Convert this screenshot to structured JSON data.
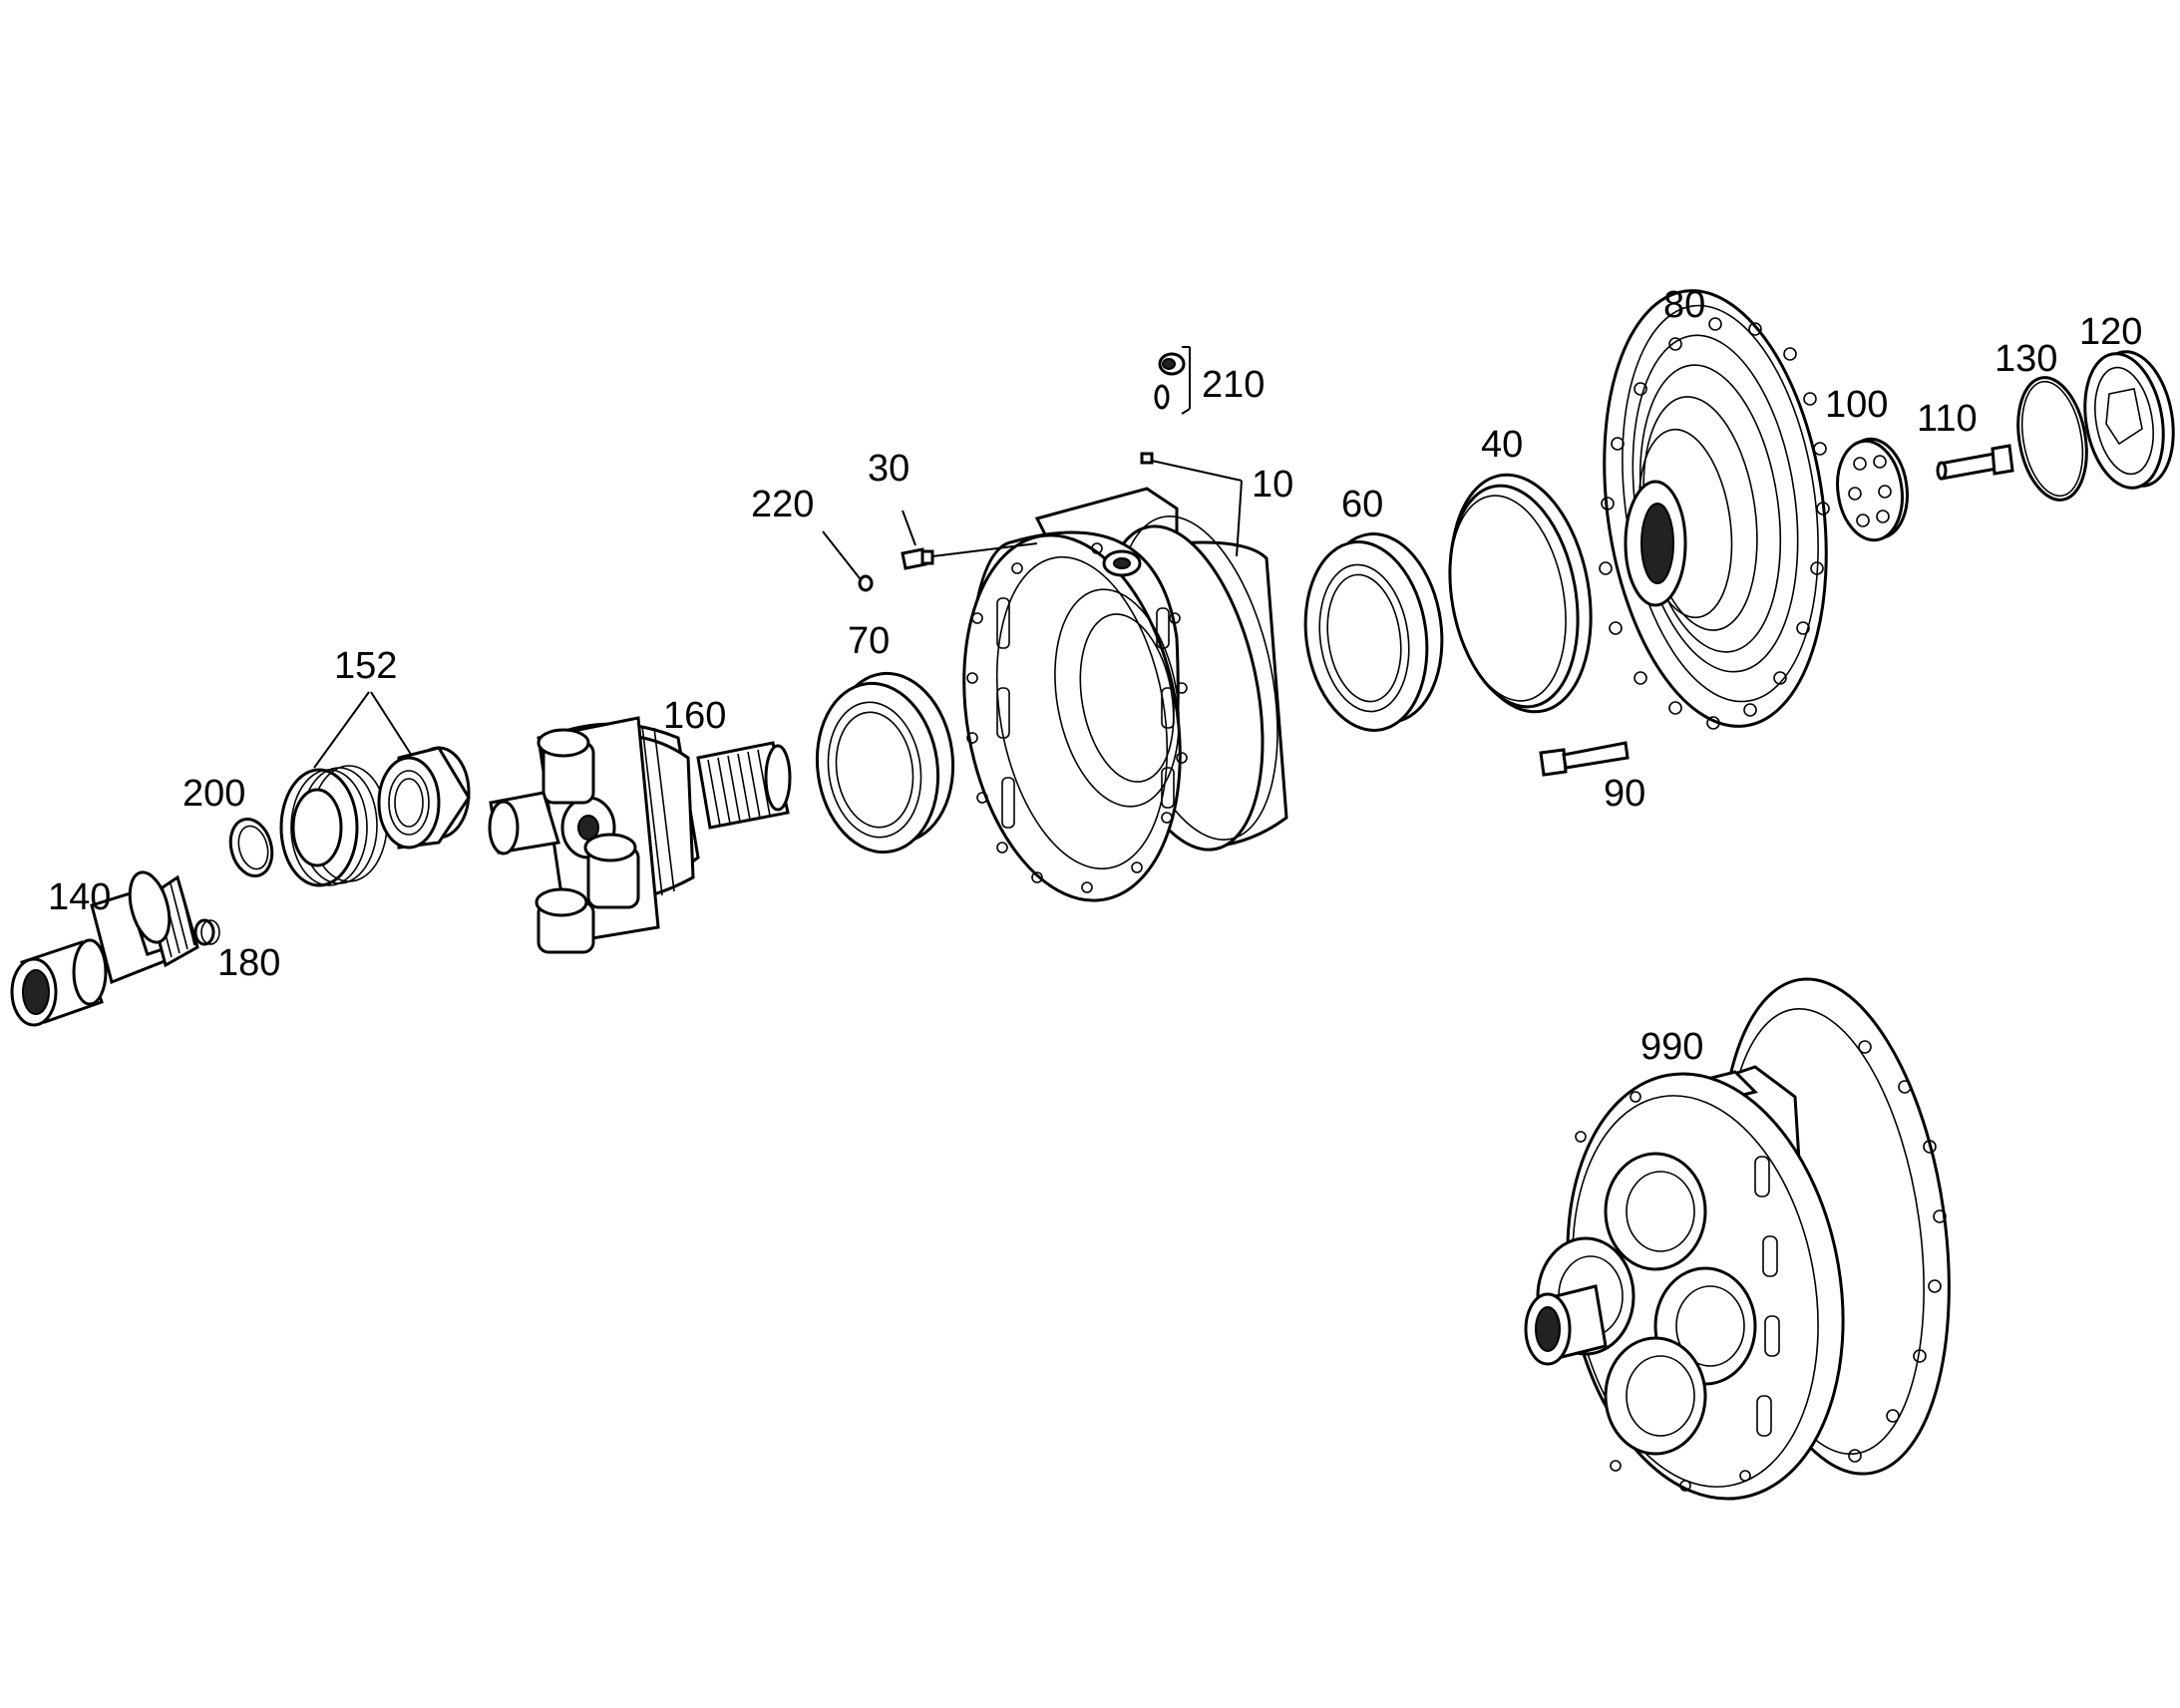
{
  "labels": {
    "l10": "10",
    "l30": "30",
    "l40": "40",
    "l60": "60",
    "l70": "70",
    "l80": "80",
    "l90": "90",
    "l100": "100",
    "l110": "110",
    "l120": "120",
    "l130": "130",
    "l140": "140",
    "l152": "152",
    "l160": "160",
    "l180": "180",
    "l200": "200",
    "l210": "210",
    "l220": "220",
    "l990": "990"
  }
}
